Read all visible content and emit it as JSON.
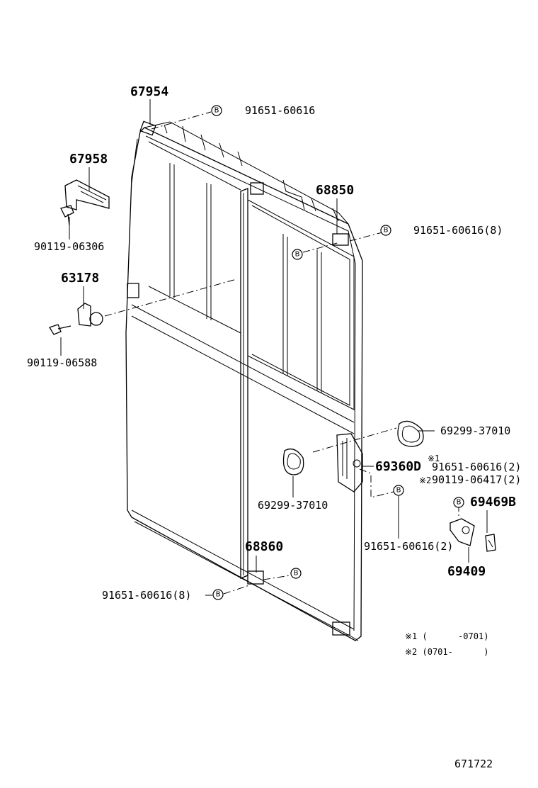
{
  "badge_letter": "B",
  "parts": {
    "p67954": "67954",
    "p67958": "67958",
    "p63178": "63178",
    "p68850": "68850",
    "p68860": "68860",
    "p69360d": "69360D",
    "p69469b": "69469B",
    "p69409": "69409",
    "p69299_right": "69299-37010",
    "p69299_left": "69299-37010"
  },
  "refs": {
    "r90119_06306": "90119-06306",
    "r90119_06588": "90119-06588",
    "r91651_top": "91651-60616",
    "r91651_8_right": "91651-60616(8)",
    "r91651_2_a": "91651-60616(2)",
    "r90119_06417": "90119-06417(2)",
    "r91651_2_b": "91651-60616(2)",
    "r91651_8_left": "91651-60616(8)"
  },
  "marks": {
    "note1": "※1",
    "note2": "※2"
  },
  "notes": {
    "note1": "※1 (      -0701)",
    "note2": "※2 (0701-      )"
  },
  "figure_number": "671722"
}
